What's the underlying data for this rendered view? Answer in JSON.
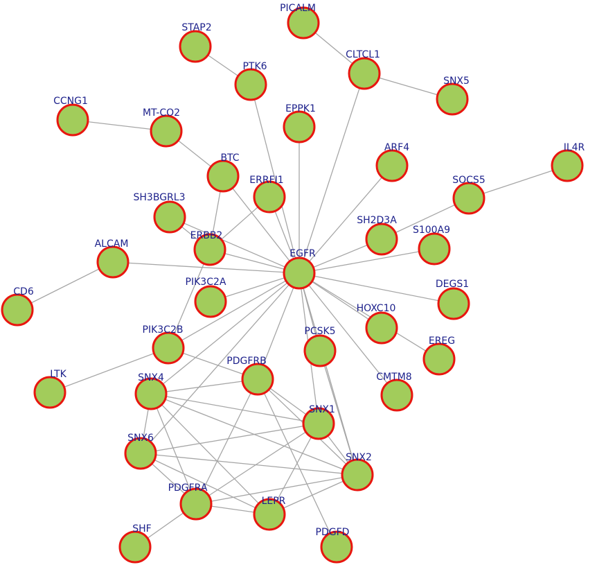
{
  "network": {
    "node_fill": "#a2cc5b",
    "node_stroke": "#e8160f",
    "edge_color": "#a6a6a6",
    "label_color": "#1b1f8a",
    "nodes": [
      {
        "id": "PICALM",
        "label": "PICALM"
      },
      {
        "id": "STAP2",
        "label": "STAP2"
      },
      {
        "id": "CLTCL1",
        "label": "CLTCL1"
      },
      {
        "id": "PTK6",
        "label": "PTK6"
      },
      {
        "id": "SNX5",
        "label": "SNX5"
      },
      {
        "id": "CCNG1",
        "label": "CCNG1"
      },
      {
        "id": "MT-CO2",
        "label": "MT-CO2"
      },
      {
        "id": "EPPK1",
        "label": "EPPK1"
      },
      {
        "id": "ARF4",
        "label": "ARF4"
      },
      {
        "id": "IL4R",
        "label": "IL4R"
      },
      {
        "id": "BTC",
        "label": "BTC"
      },
      {
        "id": "ERRFI1",
        "label": "ERRFI1"
      },
      {
        "id": "SOCS5",
        "label": "SOCS5"
      },
      {
        "id": "SH3BGRL3",
        "label": "SH3BGRL3"
      },
      {
        "id": "SH2D3A",
        "label": "SH2D3A"
      },
      {
        "id": "S100A9",
        "label": "S100A9"
      },
      {
        "id": "ERBB2",
        "label": "ERBB2"
      },
      {
        "id": "ALCAM",
        "label": "ALCAM"
      },
      {
        "id": "EGFR",
        "label": "EGFR"
      },
      {
        "id": "CD6",
        "label": "CD6"
      },
      {
        "id": "PIK3C2A",
        "label": "PIK3C2A"
      },
      {
        "id": "DEGS1",
        "label": "DEGS1"
      },
      {
        "id": "HOXC10",
        "label": "HOXC10"
      },
      {
        "id": "PIK3C2B",
        "label": "PIK3C2B"
      },
      {
        "id": "PCSK5",
        "label": "PCSK5"
      },
      {
        "id": "EREG",
        "label": "EREG"
      },
      {
        "id": "LTK",
        "label": "LTK"
      },
      {
        "id": "SNX4",
        "label": "SNX4"
      },
      {
        "id": "PDGFRB",
        "label": "PDGFRB"
      },
      {
        "id": "CMTM8",
        "label": "CMTM8"
      },
      {
        "id": "SNX1",
        "label": "SNX1"
      },
      {
        "id": "SNX6",
        "label": "SNX6"
      },
      {
        "id": "SNX2",
        "label": "SNX2"
      },
      {
        "id": "PDGFRA",
        "label": "PDGFRA"
      },
      {
        "id": "LEPR",
        "label": "LEPR"
      },
      {
        "id": "SHF",
        "label": "SHF"
      },
      {
        "id": "PDGFD",
        "label": "PDGFD"
      }
    ],
    "edges": [
      [
        "PICALM",
        "CLTCL1"
      ],
      [
        "CLTCL1",
        "SNX5"
      ],
      [
        "CLTCL1",
        "EGFR"
      ],
      [
        "STAP2",
        "PTK6"
      ],
      [
        "PTK6",
        "EGFR"
      ],
      [
        "CCNG1",
        "MT-CO2"
      ],
      [
        "MT-CO2",
        "BTC"
      ],
      [
        "EPPK1",
        "EGFR"
      ],
      [
        "ARF4",
        "EGFR"
      ],
      [
        "IL4R",
        "SOCS5"
      ],
      [
        "SOCS5",
        "SH2D3A"
      ],
      [
        "SH2D3A",
        "EGFR"
      ],
      [
        "S100A9",
        "EGFR"
      ],
      [
        "BTC",
        "EGFR"
      ],
      [
        "BTC",
        "ERBB2"
      ],
      [
        "ERRFI1",
        "EGFR"
      ],
      [
        "ERRFI1",
        "ERBB2"
      ],
      [
        "SH3BGRL3",
        "ERBB2"
      ],
      [
        "SH3BGRL3",
        "EGFR"
      ],
      [
        "ERBB2",
        "EGFR"
      ],
      [
        "ERBB2",
        "PIK3C2B"
      ],
      [
        "ALCAM",
        "EGFR"
      ],
      [
        "ALCAM",
        "CD6"
      ],
      [
        "PIK3C2A",
        "EGFR"
      ],
      [
        "DEGS1",
        "EGFR"
      ],
      [
        "HOXC10",
        "EGFR"
      ],
      [
        "EREG",
        "EGFR"
      ],
      [
        "CMTM8",
        "EGFR"
      ],
      [
        "PCSK5",
        "EGFR"
      ],
      [
        "SNX1",
        "EGFR"
      ],
      [
        "SNX2",
        "EGFR"
      ],
      [
        "PDGFRB",
        "EGFR"
      ],
      [
        "SNX4",
        "EGFR"
      ],
      [
        "SNX6",
        "EGFR"
      ],
      [
        "PIK3C2B",
        "EGFR"
      ],
      [
        "PIK3C2B",
        "LTK"
      ],
      [
        "PIK3C2B",
        "PDGFRB"
      ],
      [
        "PCSK5",
        "SNX2"
      ],
      [
        "PDGFRB",
        "SNX4"
      ],
      [
        "PDGFRB",
        "SNX1"
      ],
      [
        "PDGFRB",
        "SNX2"
      ],
      [
        "PDGFRB",
        "PDGFRA"
      ],
      [
        "PDGFRB",
        "PDGFD"
      ],
      [
        "SNX4",
        "SNX1"
      ],
      [
        "SNX4",
        "SNX2"
      ],
      [
        "SNX4",
        "SNX6"
      ],
      [
        "SNX4",
        "PDGFRA"
      ],
      [
        "SNX4",
        "LEPR"
      ],
      [
        "SNX6",
        "SNX1"
      ],
      [
        "SNX6",
        "SNX2"
      ],
      [
        "SNX6",
        "PDGFRA"
      ],
      [
        "SNX6",
        "LEPR"
      ],
      [
        "SNX1",
        "SNX2"
      ],
      [
        "SNX1",
        "LEPR"
      ],
      [
        "SNX1",
        "PDGFRA"
      ],
      [
        "SNX2",
        "PDGFRA"
      ],
      [
        "SNX2",
        "LEPR"
      ],
      [
        "PDGFRA",
        "SHF"
      ],
      [
        "PDGFRA",
        "LEPR"
      ]
    ]
  }
}
